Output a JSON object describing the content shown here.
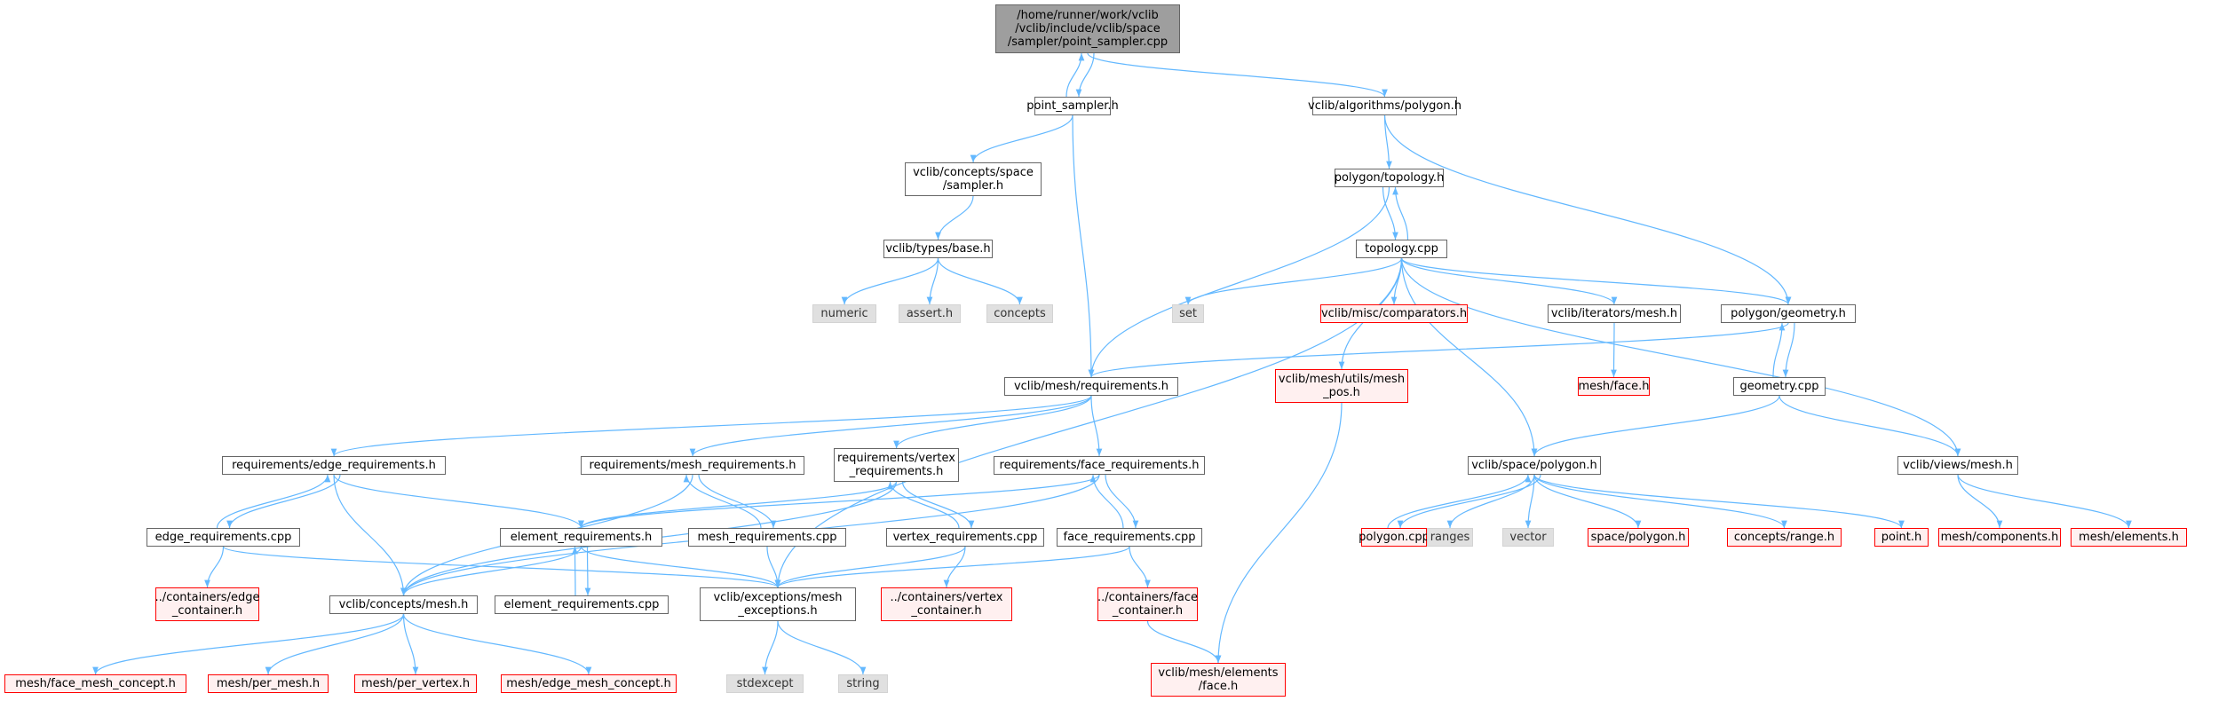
{
  "colors": {
    "edge": "#63b8ff",
    "node_border": "#666666",
    "missing_border": "#ff0000",
    "root_fill": "#9e9e9e",
    "system_fill": "#e0e0e0"
  },
  "nodes": [
    {
      "id": "root",
      "label": "/home/runner/work/vclib\n/vclib/include/vclib/space\n/sampler/point_sampler.cpp",
      "kind": "root"
    },
    {
      "id": "ps_h",
      "label": "point_sampler.h",
      "kind": "norm"
    },
    {
      "id": "alg_poly",
      "label": "vclib/algorithms/polygon.h",
      "kind": "norm"
    },
    {
      "id": "concepts_sampler",
      "label": "vclib/concepts/space\n/sampler.h",
      "kind": "norm"
    },
    {
      "id": "types_base",
      "label": "vclib/types/base.h",
      "kind": "norm"
    },
    {
      "id": "numeric",
      "label": "numeric",
      "kind": "sys"
    },
    {
      "id": "assert_h",
      "label": "assert.h",
      "kind": "sys"
    },
    {
      "id": "concepts",
      "label": "concepts",
      "kind": "sys"
    },
    {
      "id": "poly_topo",
      "label": "polygon/topology.h",
      "kind": "norm"
    },
    {
      "id": "topo_cpp",
      "label": "topology.cpp",
      "kind": "norm"
    },
    {
      "id": "set",
      "label": "set",
      "kind": "sys"
    },
    {
      "id": "misc_comp",
      "label": "vclib/misc/comparators.h",
      "kind": "red"
    },
    {
      "id": "iter_mesh",
      "label": "vclib/iterators/mesh.h",
      "kind": "norm"
    },
    {
      "id": "poly_geom",
      "label": "polygon/geometry.h",
      "kind": "norm"
    },
    {
      "id": "mesh_face",
      "label": "mesh/face.h",
      "kind": "red"
    },
    {
      "id": "geom_cpp",
      "label": "geometry.cpp",
      "kind": "norm"
    },
    {
      "id": "mesh_req",
      "label": "vclib/mesh/requirements.h",
      "kind": "norm"
    },
    {
      "id": "mesh_pos",
      "label": "vclib/mesh/utils/mesh\n_pos.h",
      "kind": "red"
    },
    {
      "id": "edge_req",
      "label": "requirements/edge_requirements.h",
      "kind": "norm"
    },
    {
      "id": "meshreq_h",
      "label": "requirements/mesh_requirements.h",
      "kind": "norm"
    },
    {
      "id": "vert_req",
      "label": "requirements/vertex\n_requirements.h",
      "kind": "norm"
    },
    {
      "id": "face_req",
      "label": "requirements/face_requirements.h",
      "kind": "norm"
    },
    {
      "id": "space_poly",
      "label": "vclib/space/polygon.h",
      "kind": "norm"
    },
    {
      "id": "views_mesh",
      "label": "vclib/views/mesh.h",
      "kind": "norm"
    },
    {
      "id": "edge_cpp",
      "label": "edge_requirements.cpp",
      "kind": "norm"
    },
    {
      "id": "elem_req",
      "label": "element_requirements.h",
      "kind": "norm"
    },
    {
      "id": "meshreq_cpp",
      "label": "mesh_requirements.cpp",
      "kind": "norm"
    },
    {
      "id": "vert_cpp",
      "label": "vertex_requirements.cpp",
      "kind": "norm"
    },
    {
      "id": "face_cpp",
      "label": "face_requirements.cpp",
      "kind": "norm"
    },
    {
      "id": "poly_cpp",
      "label": "polygon.cpp",
      "kind": "red"
    },
    {
      "id": "ranges",
      "label": "ranges",
      "kind": "sys"
    },
    {
      "id": "vector",
      "label": "vector",
      "kind": "sys"
    },
    {
      "id": "space_polygon",
      "label": "space/polygon.h",
      "kind": "red"
    },
    {
      "id": "conc_range",
      "label": "concepts/range.h",
      "kind": "red"
    },
    {
      "id": "point_h",
      "label": "point.h",
      "kind": "red"
    },
    {
      "id": "mesh_comp",
      "label": "mesh/components.h",
      "kind": "red"
    },
    {
      "id": "mesh_elem",
      "label": "mesh/elements.h",
      "kind": "red"
    },
    {
      "id": "cont_edge",
      "label": "../containers/edge\n_container.h",
      "kind": "red"
    },
    {
      "id": "conc_mesh",
      "label": "vclib/concepts/mesh.h",
      "kind": "norm"
    },
    {
      "id": "elem_cpp",
      "label": "element_requirements.cpp",
      "kind": "norm"
    },
    {
      "id": "exc_mesh",
      "label": "vclib/exceptions/mesh\n_exceptions.h",
      "kind": "norm"
    },
    {
      "id": "cont_vert",
      "label": "../containers/vertex\n_container.h",
      "kind": "red"
    },
    {
      "id": "cont_face",
      "label": "../containers/face\n_container.h",
      "kind": "red"
    },
    {
      "id": "face_mc",
      "label": "mesh/face_mesh_concept.h",
      "kind": "red"
    },
    {
      "id": "per_mesh",
      "label": "mesh/per_mesh.h",
      "kind": "red"
    },
    {
      "id": "per_vertex",
      "label": "mesh/per_vertex.h",
      "kind": "red"
    },
    {
      "id": "edge_mc",
      "label": "mesh/edge_mesh_concept.h",
      "kind": "red"
    },
    {
      "id": "stdexcept",
      "label": "stdexcept",
      "kind": "sys"
    },
    {
      "id": "string",
      "label": "string",
      "kind": "sys"
    },
    {
      "id": "elem_face",
      "label": "vclib/mesh/elements\n/face.h",
      "kind": "red"
    }
  ],
  "edges": [
    [
      "root",
      "ps_h"
    ],
    [
      "ps_h",
      "root"
    ],
    [
      "root",
      "alg_poly"
    ],
    [
      "ps_h",
      "concepts_sampler"
    ],
    [
      "ps_h",
      "mesh_req"
    ],
    [
      "concepts_sampler",
      "types_base"
    ],
    [
      "types_base",
      "numeric"
    ],
    [
      "types_base",
      "assert_h"
    ],
    [
      "types_base",
      "concepts"
    ],
    [
      "alg_poly",
      "poly_topo"
    ],
    [
      "alg_poly",
      "poly_geom"
    ],
    [
      "poly_topo",
      "topo_cpp"
    ],
    [
      "topo_cpp",
      "poly_topo"
    ],
    [
      "poly_topo",
      "mesh_req"
    ],
    [
      "topo_cpp",
      "set"
    ],
    [
      "topo_cpp",
      "misc_comp"
    ],
    [
      "topo_cpp",
      "iter_mesh"
    ],
    [
      "topo_cpp",
      "poly_geom"
    ],
    [
      "topo_cpp",
      "views_mesh"
    ],
    [
      "topo_cpp",
      "mesh_pos"
    ],
    [
      "topo_cpp",
      "space_poly"
    ],
    [
      "topo_cpp",
      "exc_mesh"
    ],
    [
      "iter_mesh",
      "mesh_face"
    ],
    [
      "poly_geom",
      "geom_cpp"
    ],
    [
      "geom_cpp",
      "poly_geom"
    ],
    [
      "poly_geom",
      "mesh_req"
    ],
    [
      "geom_cpp",
      "space_poly"
    ],
    [
      "geom_cpp",
      "views_mesh"
    ],
    [
      "mesh_pos",
      "elem_face"
    ],
    [
      "mesh_req",
      "edge_req"
    ],
    [
      "mesh_req",
      "meshreq_h"
    ],
    [
      "mesh_req",
      "vert_req"
    ],
    [
      "mesh_req",
      "face_req"
    ],
    [
      "edge_req",
      "edge_cpp"
    ],
    [
      "edge_cpp",
      "edge_req"
    ],
    [
      "edge_req",
      "elem_req"
    ],
    [
      "edge_req",
      "conc_mesh"
    ],
    [
      "edge_cpp",
      "cont_edge"
    ],
    [
      "edge_cpp",
      "exc_mesh"
    ],
    [
      "meshreq_h",
      "meshreq_cpp"
    ],
    [
      "meshreq_cpp",
      "meshreq_h"
    ],
    [
      "meshreq_h",
      "conc_mesh"
    ],
    [
      "meshreq_cpp",
      "exc_mesh"
    ],
    [
      "vert_req",
      "vert_cpp"
    ],
    [
      "vert_cpp",
      "vert_req"
    ],
    [
      "vert_req",
      "elem_req"
    ],
    [
      "vert_req",
      "conc_mesh"
    ],
    [
      "vert_cpp",
      "exc_mesh"
    ],
    [
      "vert_cpp",
      "cont_vert"
    ],
    [
      "face_req",
      "face_cpp"
    ],
    [
      "face_cpp",
      "face_req"
    ],
    [
      "face_req",
      "elem_req"
    ],
    [
      "face_req",
      "conc_mesh"
    ],
    [
      "face_cpp",
      "exc_mesh"
    ],
    [
      "face_cpp",
      "cont_face"
    ],
    [
      "elem_req",
      "elem_cpp"
    ],
    [
      "elem_cpp",
      "elem_req"
    ],
    [
      "elem_req",
      "conc_mesh"
    ],
    [
      "elem_req",
      "exc_mesh"
    ],
    [
      "conc_mesh",
      "face_mc"
    ],
    [
      "conc_mesh",
      "per_mesh"
    ],
    [
      "conc_mesh",
      "per_vertex"
    ],
    [
      "conc_mesh",
      "edge_mc"
    ],
    [
      "exc_mesh",
      "stdexcept"
    ],
    [
      "exc_mesh",
      "string"
    ],
    [
      "cont_face",
      "elem_face"
    ],
    [
      "space_poly",
      "poly_cpp"
    ],
    [
      "poly_cpp",
      "space_poly"
    ],
    [
      "space_poly",
      "ranges"
    ],
    [
      "space_poly",
      "vector"
    ],
    [
      "space_poly",
      "space_polygon"
    ],
    [
      "space_poly",
      "conc_range"
    ],
    [
      "space_poly",
      "point_h"
    ],
    [
      "views_mesh",
      "mesh_comp"
    ],
    [
      "views_mesh",
      "mesh_elem"
    ]
  ]
}
